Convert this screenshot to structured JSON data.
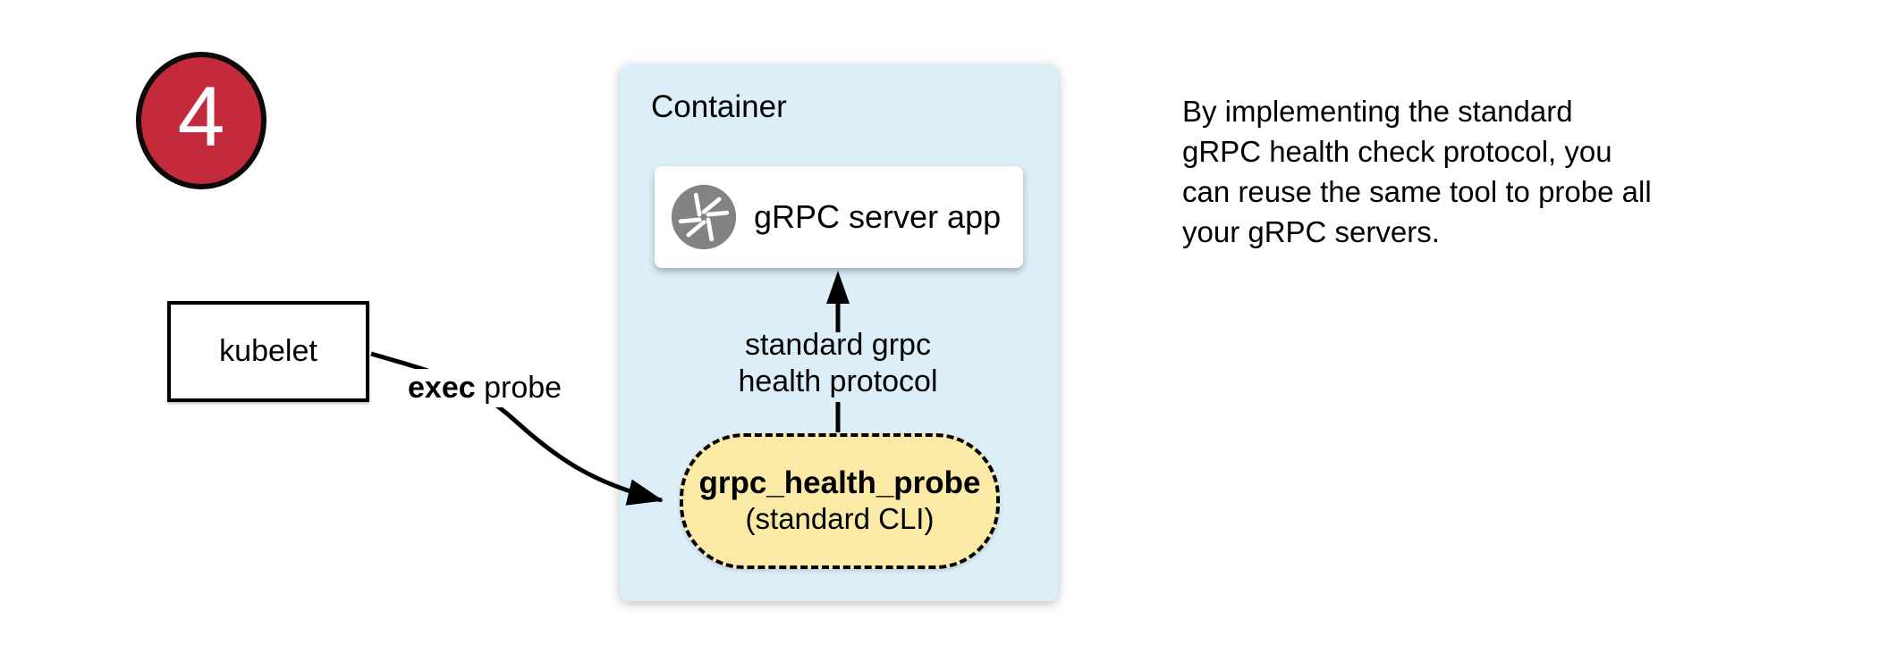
{
  "step_badge": {
    "number": "4"
  },
  "kubelet": {
    "label": "kubelet"
  },
  "exec_probe": {
    "bold": "exec",
    "rest": " probe"
  },
  "container": {
    "title": "Container",
    "server_box": {
      "label": "gRPC server app",
      "icon": "aperture-icon"
    },
    "protocol_label": {
      "line1": "standard grpc",
      "line2": "health protocol"
    },
    "probe_pill": {
      "title": "grpc_health_probe",
      "subtitle": "(standard CLI)"
    }
  },
  "note": {
    "lines": [
      "By implementing the standard",
      "gRPC health check protocol, you",
      "can reuse the same tool to probe all",
      "your gRPC servers."
    ]
  },
  "colors": {
    "badge_red": "#c32b3c",
    "container_blue": "#dceff9",
    "pill_yellow": "#fbe9a6",
    "icon_gray": "#838383",
    "arrow_black": "#000000"
  }
}
